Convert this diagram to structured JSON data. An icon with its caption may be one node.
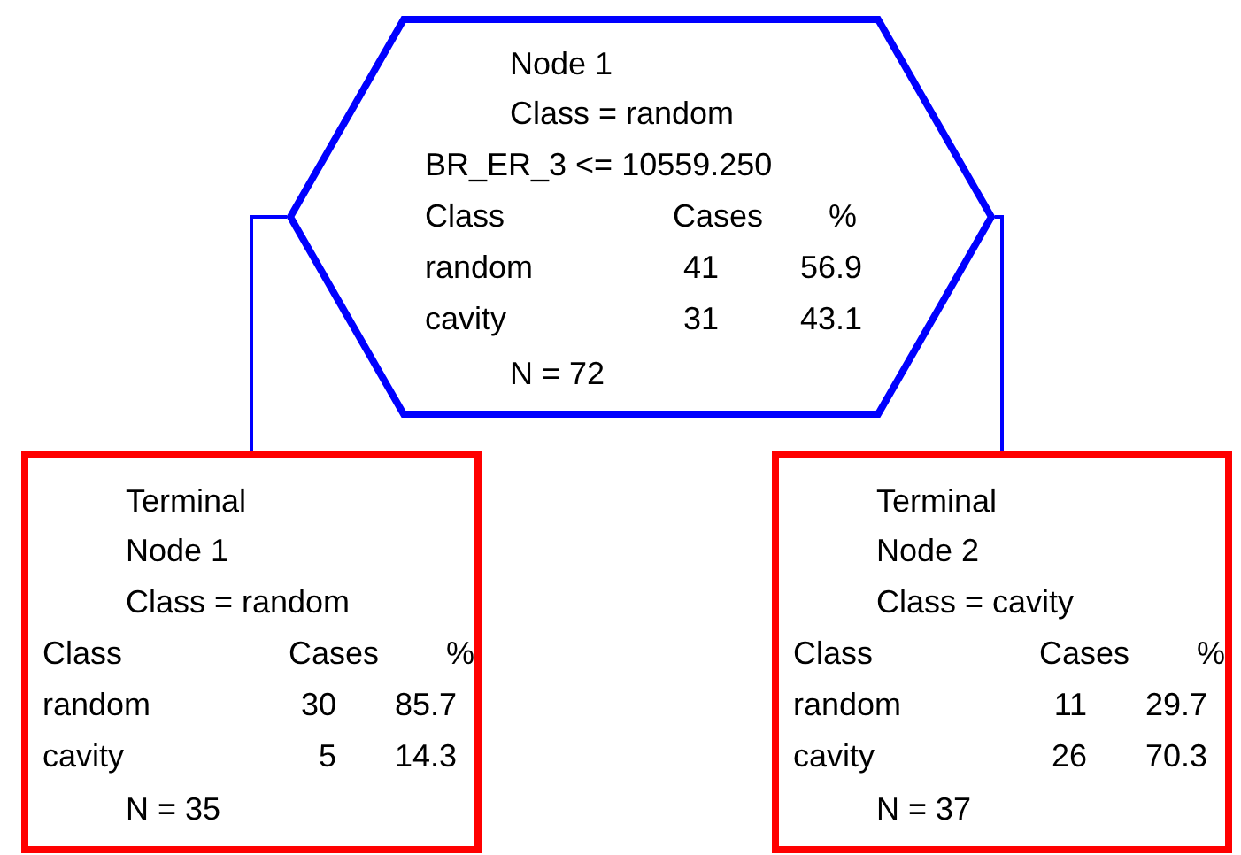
{
  "diagram": {
    "nodes": [
      {
        "text": [
          "Node 1",
          "Class = random",
          "BR_ER_3 <= 10559.250",
          "Class",
          "Cases",
          "%",
          "random",
          "41",
          "56.9",
          "cavity",
          "31",
          "43.1",
          "N = 72"
        ]
      },
      {
        "text": [
          "Terminal",
          "Node 1",
          "Class = random",
          "Class",
          "Cases",
          "%",
          "random",
          "30",
          "85.7",
          "cavity",
          "5",
          "14.3",
          "N = 35"
        ]
      },
      {
        "text": [
          "Terminal",
          "Node 2",
          "Class = cavity",
          "Class",
          "Cases",
          "%",
          "random",
          "11",
          "29.7",
          "cavity",
          "26",
          "70.3",
          "N = 37"
        ]
      }
    ],
    "edges": [
      {
        "from": 0,
        "to": 1,
        "arrow": "none"
      },
      {
        "from": 0,
        "to": 2,
        "arrow": "none"
      }
    ]
  }
}
